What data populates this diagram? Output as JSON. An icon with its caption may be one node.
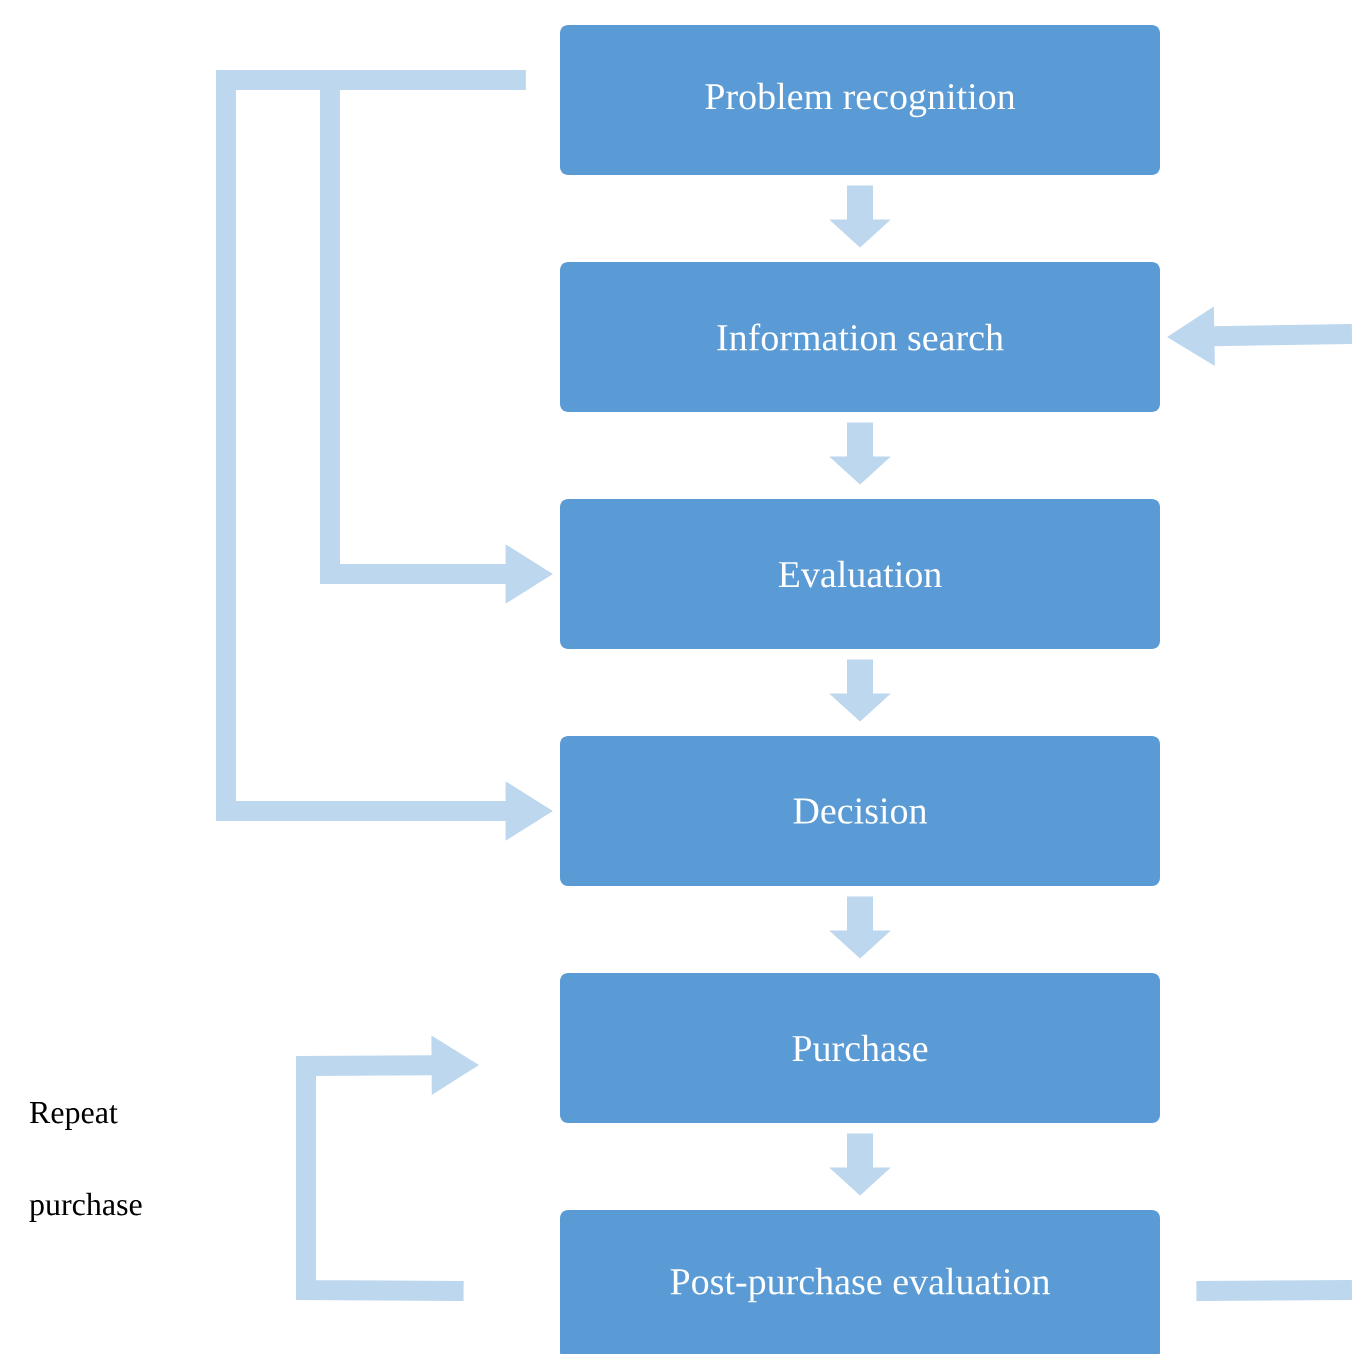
{
  "diagram": {
    "nodes": [
      {
        "text": [
          "Problem recognition"
        ]
      },
      {
        "text": [
          "Information search"
        ]
      },
      {
        "text": [
          "Evaluation"
        ]
      },
      {
        "text": [
          "Decision"
        ]
      },
      {
        "text": [
          "Purchase"
        ]
      },
      {
        "text": [
          "Post-purchase evaluation"
        ]
      }
    ],
    "edges": [
      {
        "from": 0,
        "to": 1,
        "arrow": "to"
      },
      {
        "from": 1,
        "to": 2,
        "arrow": "to"
      },
      {
        "from": 2,
        "to": 3,
        "arrow": "to"
      },
      {
        "from": 3,
        "to": 4,
        "arrow": "to"
      },
      {
        "from": 4,
        "to": 5,
        "arrow": "to"
      },
      {
        "from": 0,
        "to": 2,
        "arrow": "to"
      },
      {
        "from": 0,
        "to": 3,
        "arrow": "to"
      },
      {
        "from": null,
        "to": 1,
        "arrow": "to"
      },
      {
        "from": 5,
        "to": 4,
        "arrow": "to"
      },
      {
        "from": 5,
        "to": null,
        "arrow": "none"
      }
    ],
    "labels": [
      "Repeat purchase"
    ]
  }
}
